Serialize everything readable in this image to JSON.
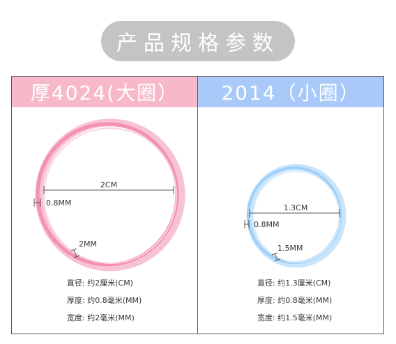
{
  "page": {
    "title": "产品规格参数"
  },
  "colors": {
    "pink_header": "#f7b8c9",
    "blue_header": "#a9c9f8",
    "pink_ring": "#f490b0",
    "blue_ring": "#9fd0f8",
    "title_pill": "#c4c4c4"
  },
  "left": {
    "header": "厚4024(大圈）",
    "dim_diameter": "2CM",
    "dim_thickness": "0.8MM",
    "dim_width": "2MM",
    "specs": [
      {
        "label": "直径:",
        "value": "约2厘米(CM)"
      },
      {
        "label": "厚度:",
        "value": "约0.8毫米(MM)"
      },
      {
        "label": "宽度:",
        "value": "约2毫米(MM)"
      }
    ]
  },
  "right": {
    "header": "2014（小圈）",
    "dim_diameter": "1.3CM",
    "dim_thickness": "0.8MM",
    "dim_width": "1.5MM",
    "specs": [
      {
        "label": "直径:",
        "value": "约1.3厘米(CM)"
      },
      {
        "label": "厚度:",
        "value": "约0.8毫米(MM)"
      },
      {
        "label": "宽度:",
        "value": "约1.5毫米(MM)"
      }
    ]
  }
}
